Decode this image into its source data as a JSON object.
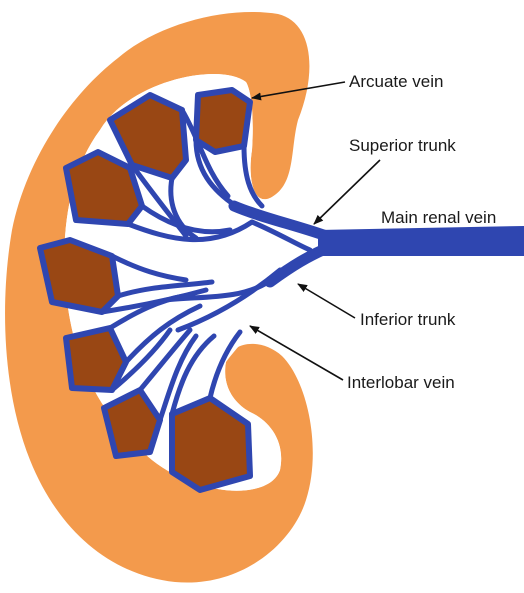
{
  "colors": {
    "cortex": "#F39A4C",
    "pyramid": "#994714",
    "vein": "#2F46B0",
    "arrow": "#111111"
  },
  "labels": {
    "arcuate_vein": "Arcuate vein",
    "superior_trunk": "Superior trunk",
    "main_renal_vein": "Main renal vein",
    "inferior_trunk": "Inferior trunk",
    "interlobar_vein": "Interlobar vein"
  }
}
